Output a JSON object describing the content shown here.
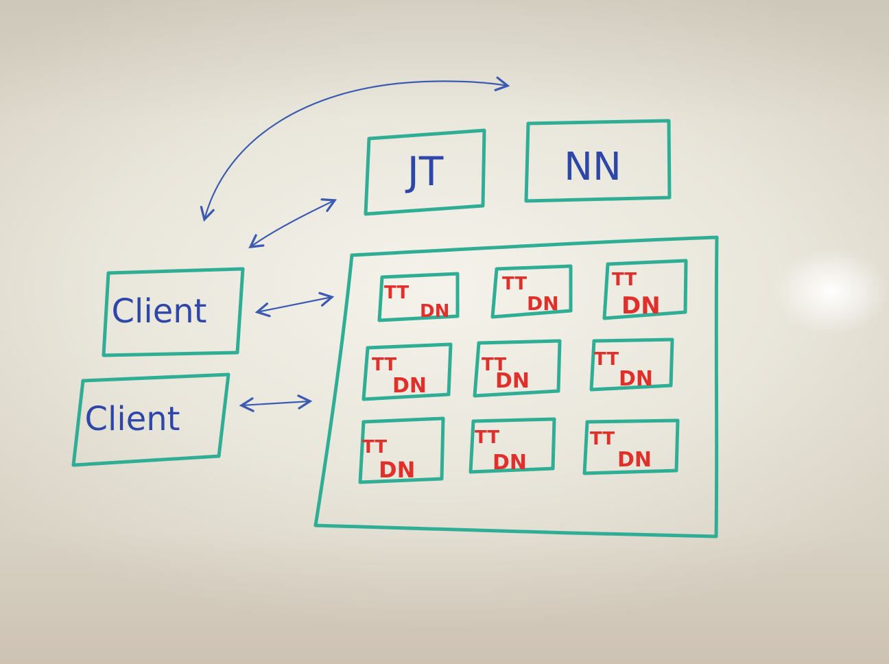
{
  "master_nodes": [
    {
      "label": "JT"
    },
    {
      "label": "NN"
    }
  ],
  "clients": [
    {
      "label": "Client"
    },
    {
      "label": "Client"
    }
  ],
  "cluster_nodes": [
    {
      "tt": "TT",
      "dn": "DN"
    },
    {
      "tt": "TT",
      "dn": "DN"
    },
    {
      "tt": "TT",
      "dn": "DN"
    },
    {
      "tt": "TT",
      "dn": "DN"
    },
    {
      "tt": "TT",
      "dn": "DN"
    },
    {
      "tt": "TT",
      "dn": "DN"
    },
    {
      "tt": "TT",
      "dn": "DN"
    },
    {
      "tt": "TT",
      "dn": "DN"
    },
    {
      "tt": "TT",
      "dn": "DN"
    }
  ],
  "colors": {
    "box_stroke": "#2fae95",
    "blue_marker": "#2d46a8",
    "red_marker": "#e0302c"
  }
}
